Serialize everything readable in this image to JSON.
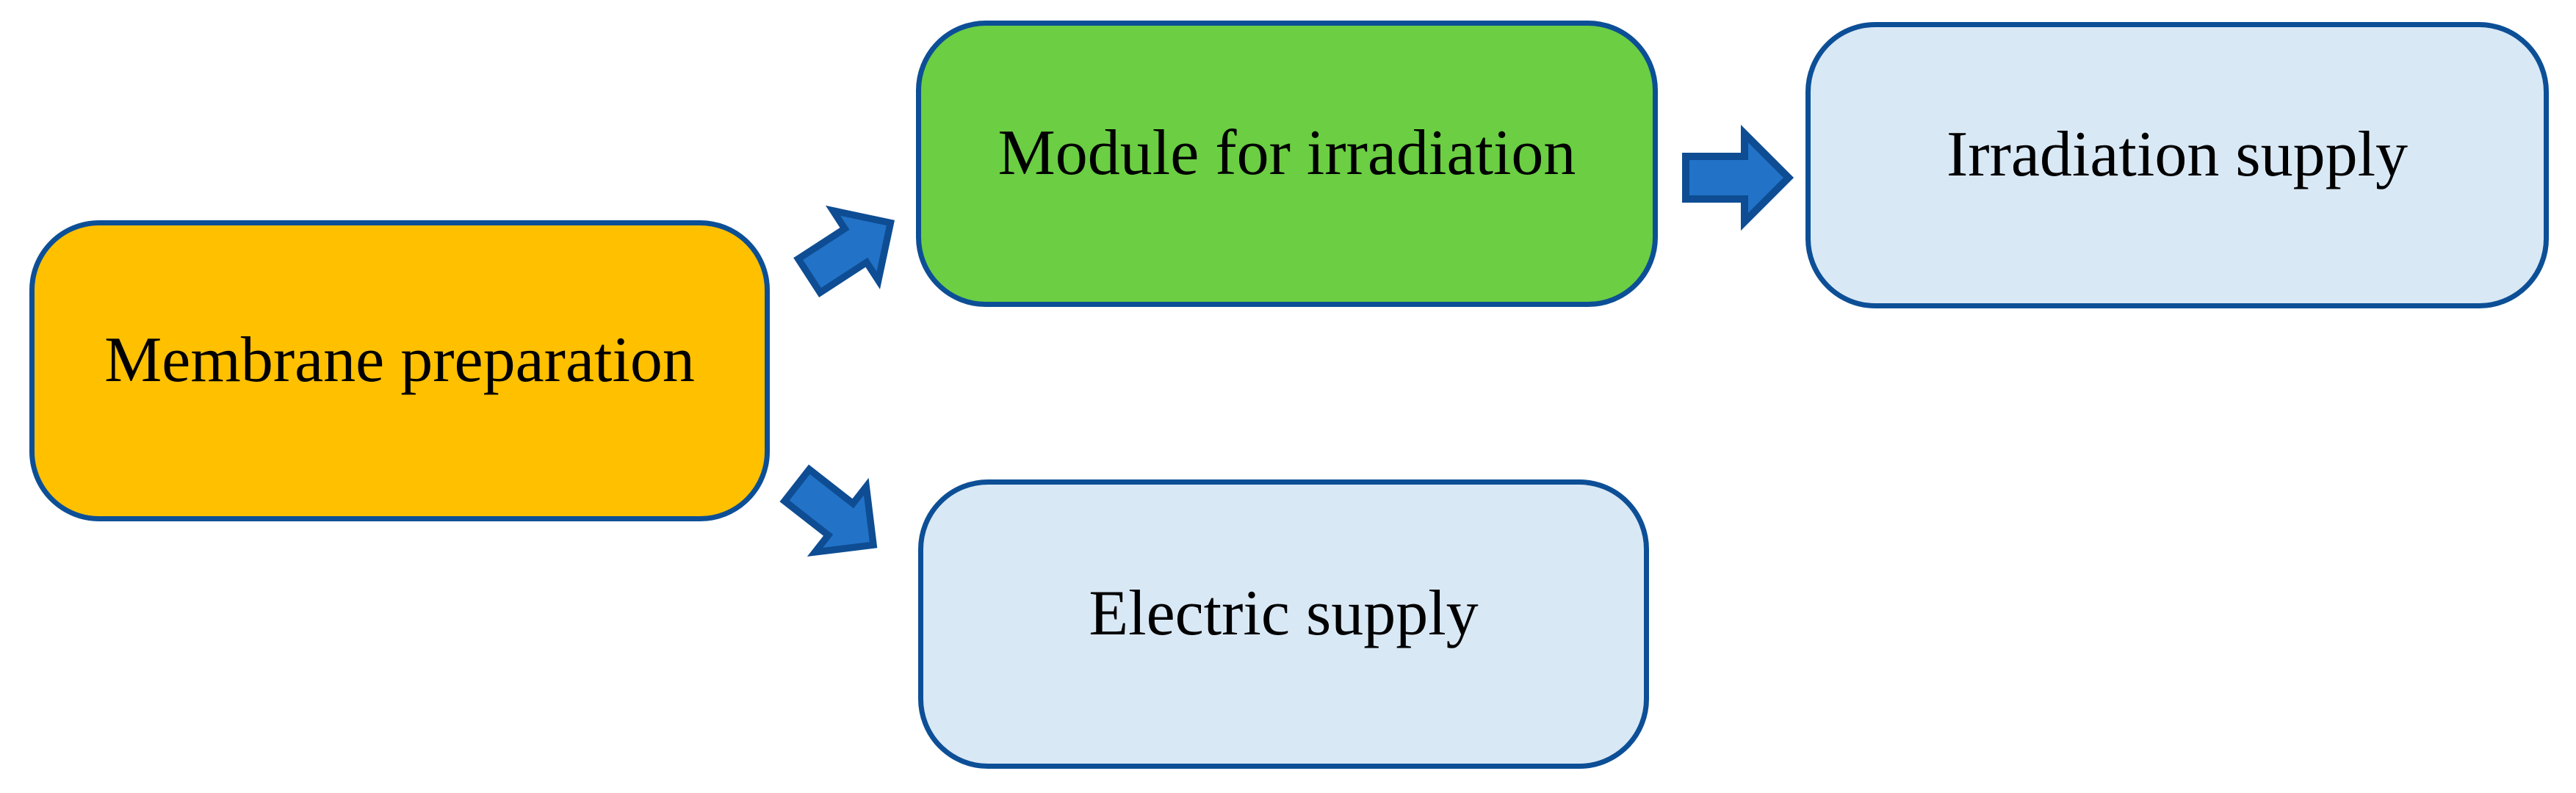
{
  "diagram": {
    "nodes": [
      {
        "id": "membrane-preparation",
        "label": "Membrane preparation",
        "fill": "#FFC000"
      },
      {
        "id": "module-for-irradiation",
        "label": "Module for irradiation",
        "fill": "#6BCE43"
      },
      {
        "id": "irradiation-supply",
        "label": "Irradiation supply",
        "fill": "#D9E8F5"
      },
      {
        "id": "electric-supply",
        "label": "Electric supply",
        "fill": "#D9E8F5"
      }
    ],
    "connections": [
      {
        "from": "Membrane preparation",
        "to": "Module for irradiation",
        "direction": "up-right"
      },
      {
        "from": "Membrane preparation",
        "to": "Electric supply",
        "direction": "down-right"
      },
      {
        "from": "Module for irradiation",
        "to": "Irradiation supply",
        "direction": "right"
      }
    ],
    "colors": {
      "background": "#FFFFFF",
      "node_border": "#0C4F96",
      "arrow_fill": "#2273C7",
      "arrow_stroke": "#0E4D93",
      "text": "#000000"
    }
  }
}
